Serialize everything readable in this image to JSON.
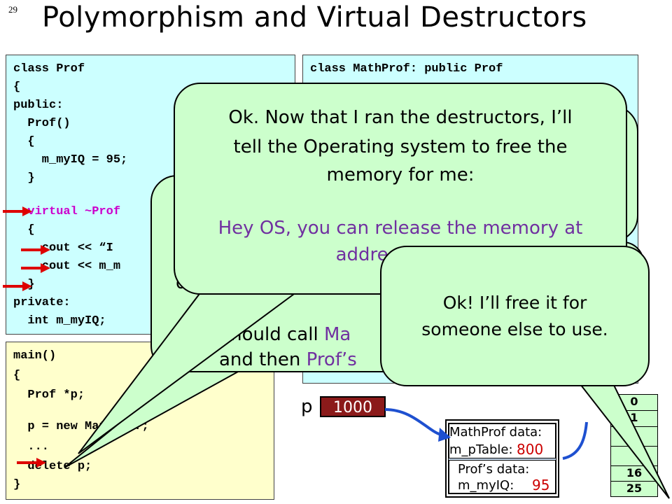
{
  "slide": {
    "number": "29",
    "title": "Polymorphism and Virtual Destructors"
  },
  "prof_code": [
    "class Prof",
    "{",
    "public:",
    "  Prof()",
    "  {",
    "    m_myIQ = 95;",
    "  }",
    "  virtual ~Prof",
    "  {",
    "    cout << “I",
    "    cout << m_m",
    "  }",
    "private:",
    "  int m_myIQ;"
  ],
  "mathprof_code": [
    "class MathProf: public Prof"
  ],
  "main_code": [
    "main()",
    "{",
    "  Prof *p;",
    "  p = new MathProf;",
    "  ...",
    "  delete p;",
    "}"
  ],
  "bubble_back": {
    "line1": "d",
    "line2_a": "So I should call ",
    "line2_b": "Ma",
    "line3_a": "and then ",
    "line3_b": "Prof’s"
  },
  "bubble_main": {
    "line1": "Ok. Now that I ran the destructors, I’ll",
    "line2": "tell the Operating system to free the",
    "line3": "memory for me:",
    "line4": "Hey OS, you can release the memory at",
    "line5": "address 1000."
  },
  "bubble_os": {
    "line1": "Ok!  I’ll free it for",
    "line2": "someone else to use."
  },
  "pointer": {
    "label": "p",
    "value": "1000"
  },
  "object": {
    "mathprof_label": "MathProf data:",
    "ptable_label": "m_pTable:",
    "ptable_value": "800",
    "prof_label": "Prof’s data:",
    "iq_label": "m_myIQ:",
    "iq_value": "95"
  },
  "memory": [
    "0",
    "1",
    "",
    "",
    "16",
    "25"
  ],
  "colors": {
    "code_bg": "#ccffff",
    "main_bg": "#ffffcc",
    "bubble_bg": "#ccffcc",
    "keyword": "#cc00cc",
    "emphasis": "#7030a0",
    "pointer_bg": "#8b1a1a",
    "arrow_red": "#dd0000",
    "link_blue": "#1e50d0"
  }
}
